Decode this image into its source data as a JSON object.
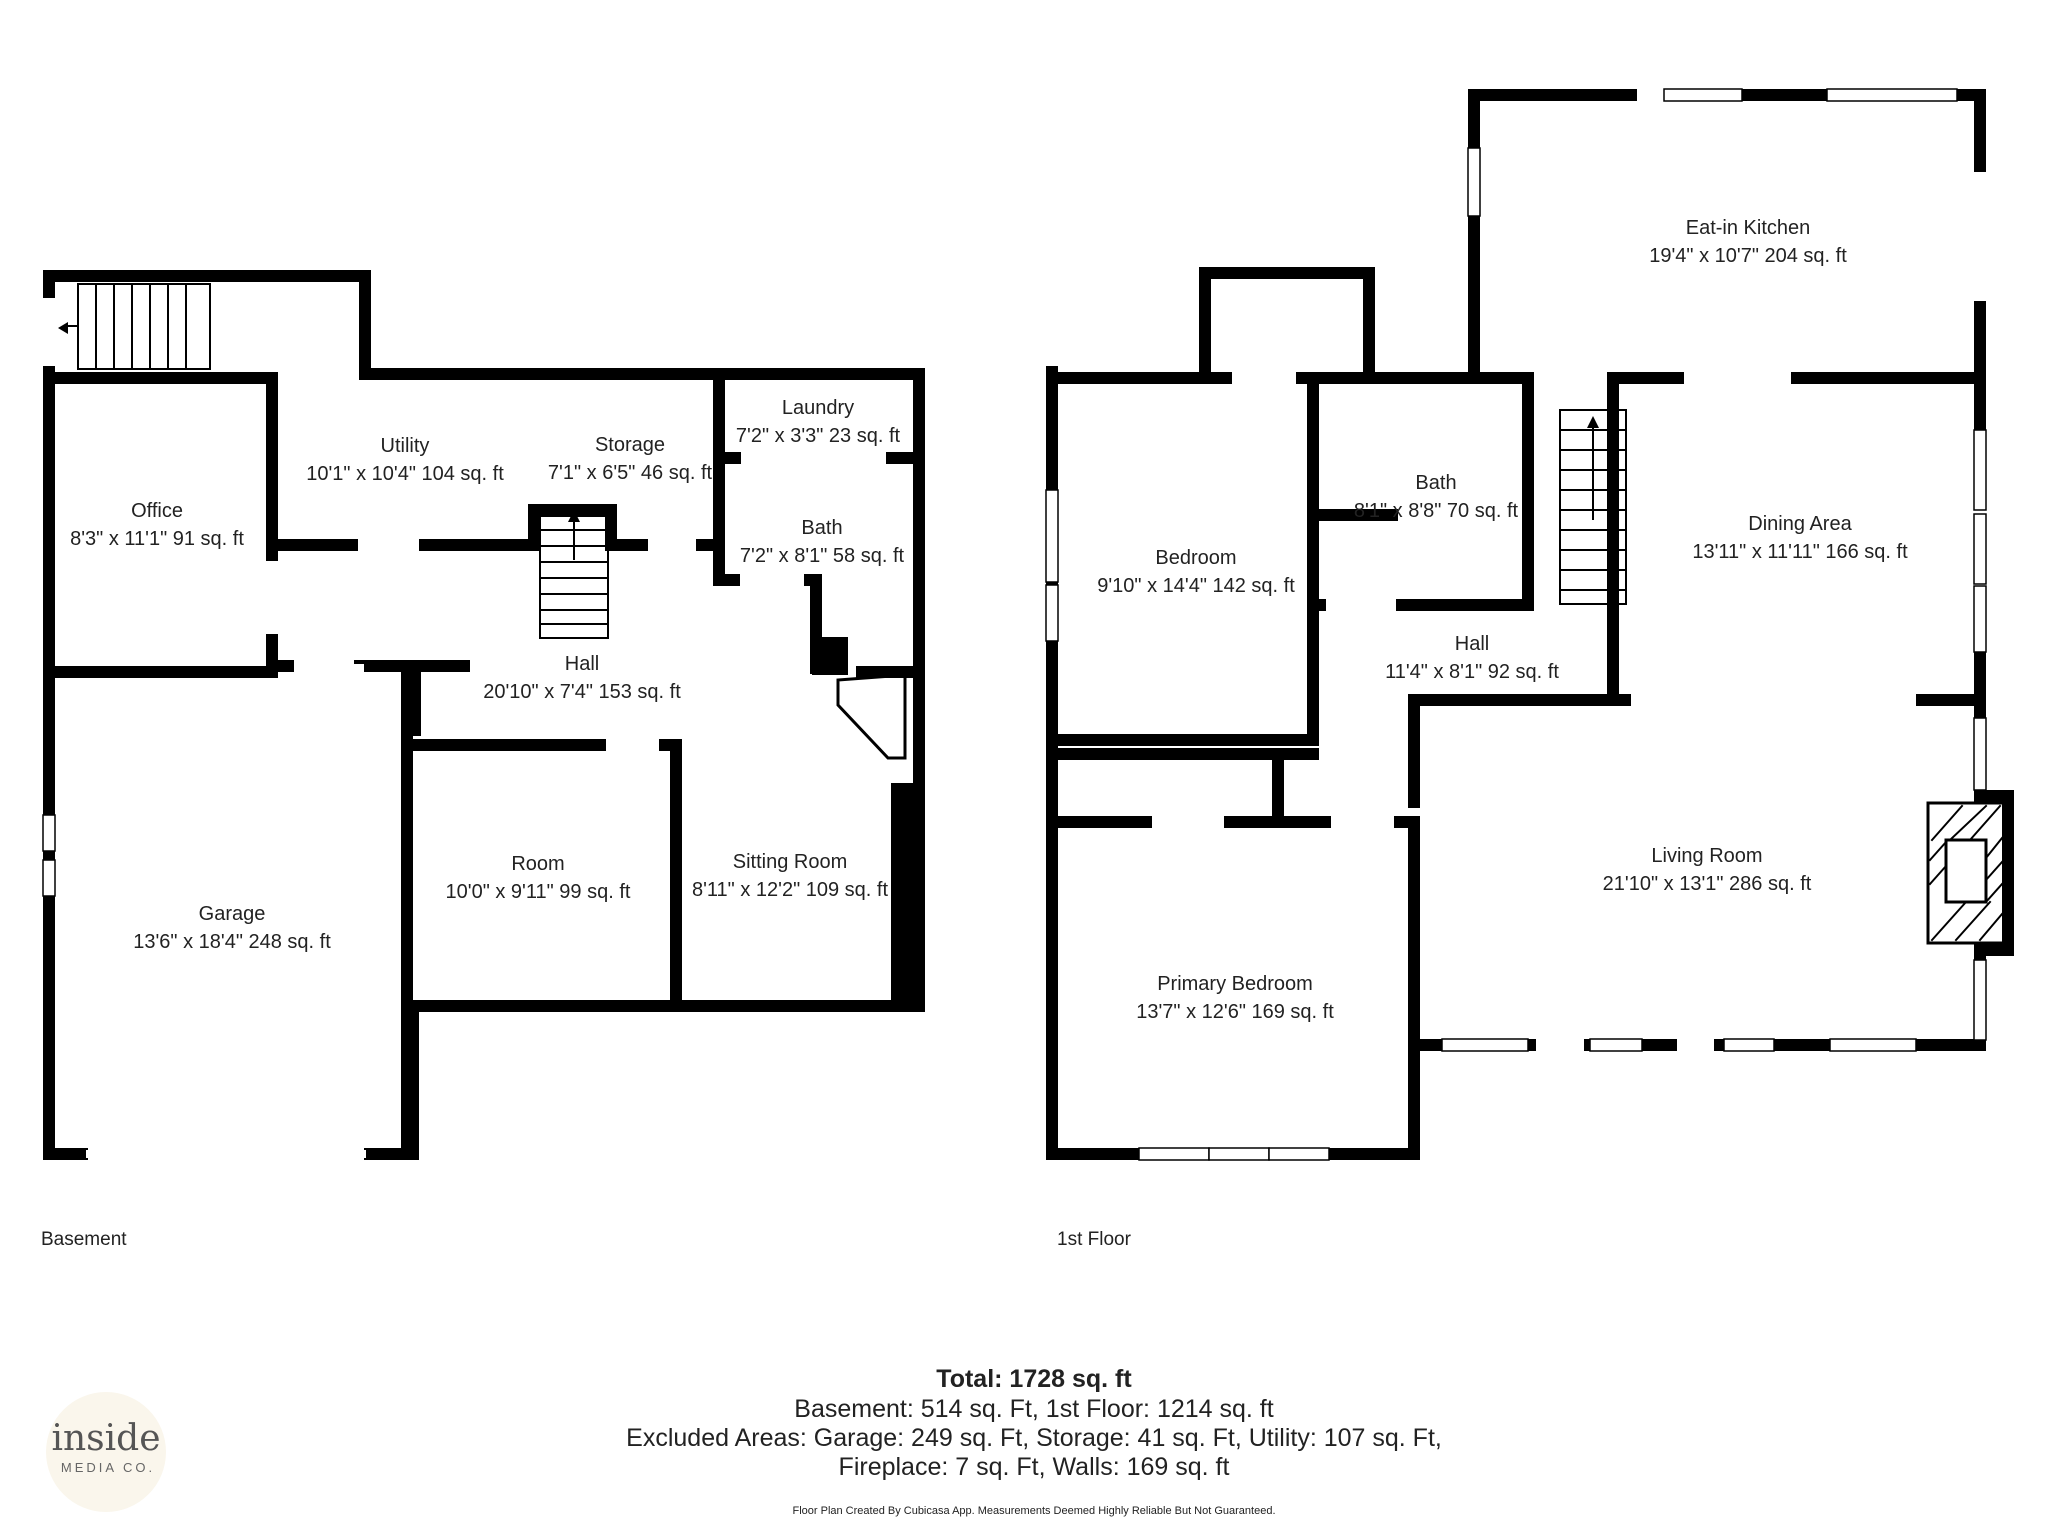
{
  "floors": {
    "basement": {
      "label": "Basement",
      "rooms": [
        {
          "id": "office",
          "name": "Office",
          "dims": "8'3\" x 11'1\" 91 sq. ft"
        },
        {
          "id": "utility",
          "name": "Utility",
          "dims": "10'1\" x 10'4\" 104 sq. ft"
        },
        {
          "id": "storage",
          "name": "Storage",
          "dims": "7'1\" x 6'5\" 46 sq. ft"
        },
        {
          "id": "laundry",
          "name": "Laundry",
          "dims": "7'2\" x 3'3\" 23 sq. ft"
        },
        {
          "id": "bath",
          "name": "Bath",
          "dims": "7'2\" x 8'1\" 58 sq. ft"
        },
        {
          "id": "hall",
          "name": "Hall",
          "dims": "20'10\" x 7'4\" 153 sq. ft"
        },
        {
          "id": "garage",
          "name": "Garage",
          "dims": "13'6\" x 18'4\" 248 sq. ft"
        },
        {
          "id": "room",
          "name": "Room",
          "dims": "10'0\" x 9'11\" 99 sq. ft"
        },
        {
          "id": "sitting-room",
          "name": "Sitting Room",
          "dims": "8'11\" x 12'2\" 109 sq. ft"
        }
      ]
    },
    "first": {
      "label": "1st Floor",
      "rooms": [
        {
          "id": "eat-in-kitchen",
          "name": "Eat-in Kitchen",
          "dims": "19'4\" x 10'7\" 204 sq. ft"
        },
        {
          "id": "bedroom",
          "name": "Bedroom",
          "dims": "9'10\" x 14'4\" 142 sq. ft"
        },
        {
          "id": "bath",
          "name": "Bath",
          "dims": "8'1\" x 8'8\" 70 sq. ft"
        },
        {
          "id": "dining-area",
          "name": "Dining Area",
          "dims": "13'11\" x 11'11\" 166 sq. ft"
        },
        {
          "id": "hall",
          "name": "Hall",
          "dims": "11'4\" x 8'1\" 92 sq. ft"
        },
        {
          "id": "living-room",
          "name": "Living Room",
          "dims": "21'10\" x 13'1\" 286 sq. ft"
        },
        {
          "id": "primary-bedroom",
          "name": "Primary Bedroom",
          "dims": "13'7\" x 12'6\" 169 sq. ft"
        }
      ]
    }
  },
  "summary": {
    "total": "Total: 1728 sq. ft",
    "line1": "Basement: 514 sq. Ft, 1st Floor: 1214 sq. ft",
    "line2": "Excluded Areas: Garage: 249 sq. Ft, Storage: 41 sq. Ft, Utility: 107 sq. Ft,",
    "line3": "Fireplace: 7 sq. Ft, Walls: 169 sq. ft",
    "disclaimer": "Floor Plan Created By Cubicasa App. Measurements Deemed Highly Reliable But Not Guaranteed."
  },
  "logo": {
    "main": "inside",
    "sub": "MEDIA CO."
  },
  "colors": {
    "wall": "#000000",
    "background": "#ffffff",
    "logo_circle": "#faf6ec"
  }
}
